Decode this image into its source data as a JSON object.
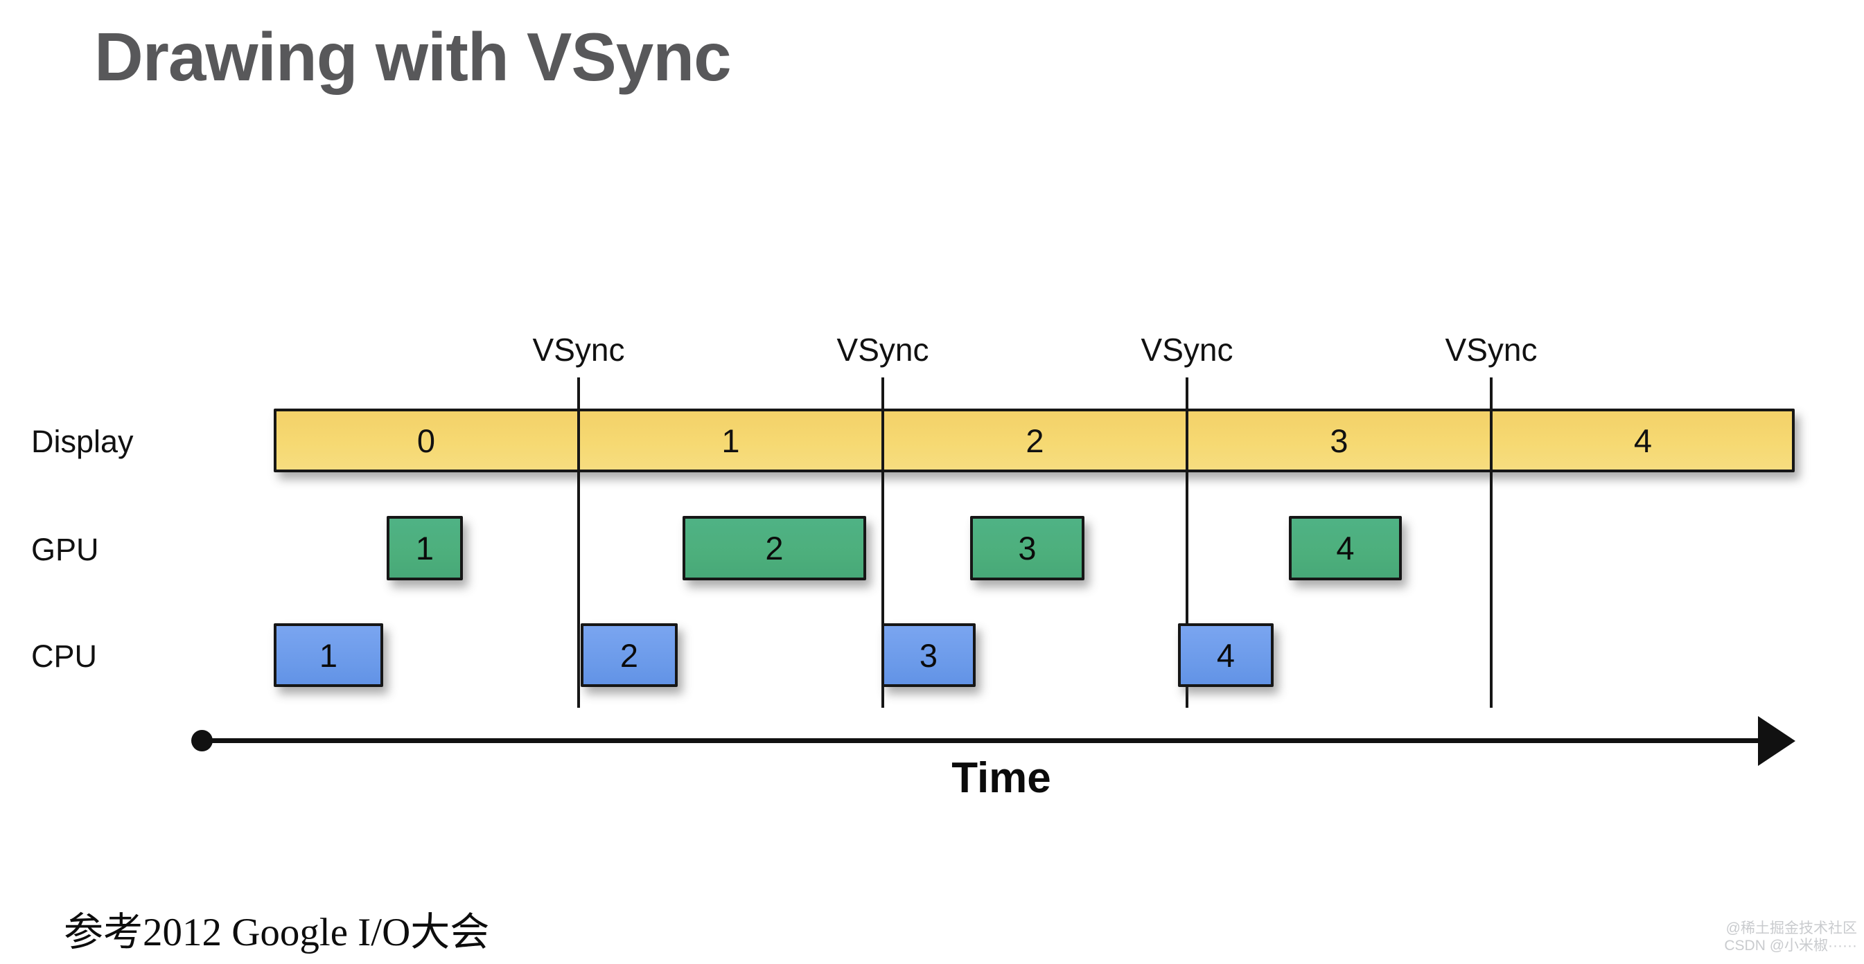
{
  "title": "Drawing with VSync",
  "diagram": {
    "vsync": [
      {
        "label": "VSync"
      },
      {
        "label": "VSync"
      },
      {
        "label": "VSync"
      },
      {
        "label": "VSync"
      }
    ],
    "rows": [
      {
        "name": "Display"
      },
      {
        "name": "GPU"
      },
      {
        "name": "CPU"
      }
    ],
    "display_segments": [
      {
        "label": "0"
      },
      {
        "label": "1"
      },
      {
        "label": "2"
      },
      {
        "label": "3"
      },
      {
        "label": "4"
      }
    ],
    "gpu_blocks": [
      {
        "label": "1"
      },
      {
        "label": "2"
      },
      {
        "label": "3"
      },
      {
        "label": "4"
      }
    ],
    "cpu_blocks": [
      {
        "label": "1"
      },
      {
        "label": "2"
      },
      {
        "label": "3"
      },
      {
        "label": "4"
      }
    ],
    "time_axis_label": "Time",
    "colors": {
      "display_fill": "#F5D76E",
      "gpu_fill": "#4DAF7C",
      "cpu_fill": "#6C9BEA",
      "outline": "#161616",
      "title_color": "#58585A",
      "watermark_color": "#C9CBCE"
    }
  },
  "caption": "参考2012 Google I/O大会",
  "watermark": {
    "line1": "@稀土掘金技术社区",
    "line2": "CSDN @小米椒······"
  }
}
